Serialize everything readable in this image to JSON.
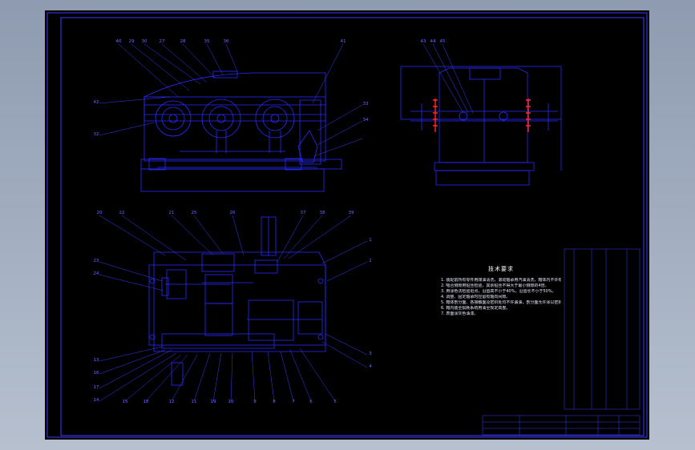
{
  "drawing": {
    "tech_requirements_title": "技术要求",
    "tech_requirement_lines": [
      "1. 装配前所有零件用煤油清洗，滚动轴承用汽油清洗，箱体内不许有杂物存在。",
      "2. 啮合侧隙用铅丝检验，其余铅丝不得大于最小侧隙的4倍。",
      "3. 用涂色法检验斑点，沿齿高不小于40%，沿齿长不小于50%。",
      "4. 调整、固定轴承时应留有轴向间隙。",
      "5. 箱体剖分面、各接触面及密封处均不许漏油，剖分面允许涂以密封胶。",
      "6. 箱内装全损耗系统用油至规定高度。",
      "7. 表面涂灰色油漆。"
    ],
    "front_view_leaders": [
      "40",
      "29",
      "30",
      "27",
      "28",
      "35",
      "36",
      "41",
      "42",
      "32",
      "33",
      "34"
    ],
    "side_view_leaders": [
      "43",
      "44",
      "45"
    ],
    "top_view_leaders_top": [
      "20",
      "22",
      "21",
      "25",
      "26",
      "37",
      "38",
      "39",
      "1"
    ],
    "top_view_leaders_left": [
      "23",
      "24",
      "13",
      "16",
      "17",
      "14",
      "15"
    ],
    "top_view_leaders_bottom": [
      "18",
      "12",
      "11",
      "19",
      "10",
      "9",
      "8",
      "7",
      "6",
      "5",
      "4",
      "3",
      "2"
    ],
    "colors": {
      "line": "#2a2aff",
      "frame": "#3b3bff",
      "red": "#ff2a2a",
      "text": "#e8e8ff"
    }
  }
}
